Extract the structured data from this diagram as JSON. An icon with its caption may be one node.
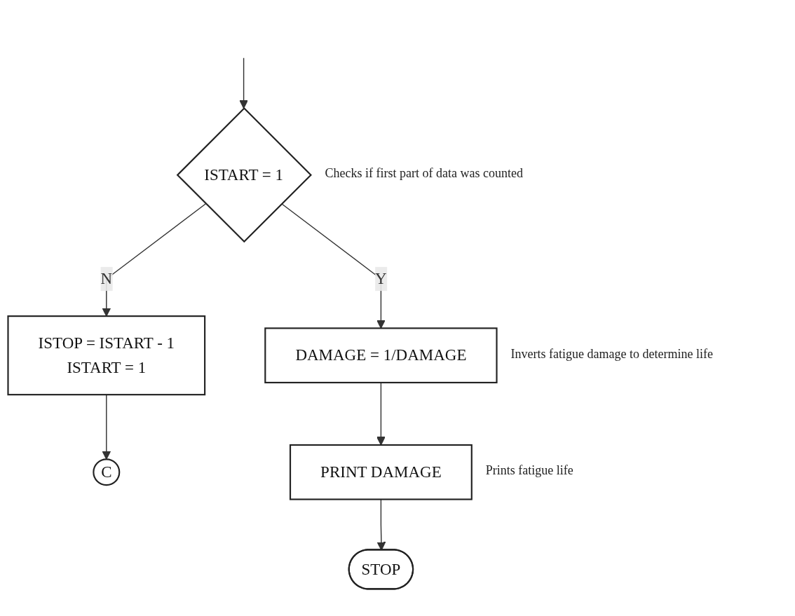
{
  "diagram": {
    "nodes": [
      {
        "text": [
          "ISTART = 1"
        ],
        "beside": [
          "Checks if first part of data was counted"
        ]
      },
      {
        "text": [
          "ISTOP = ISTART - 1",
          "ISTART = 1"
        ]
      },
      {
        "text": [
          "C"
        ]
      },
      {
        "text": [
          "DAMAGE = 1/DAMAGE"
        ],
        "beside": [
          "Inverts fatigue damage to determine life"
        ]
      },
      {
        "text": [
          "PRINT DAMAGE"
        ],
        "beside": [
          "Prints fatigue life"
        ]
      },
      {
        "text": [
          "STOP"
        ]
      }
    ],
    "edges": [
      {
        "from": null,
        "to": 0,
        "arrow": "to"
      },
      {
        "from": 0,
        "to": 1,
        "label": "N",
        "arrow": "to"
      },
      {
        "from": 1,
        "to": 2,
        "arrow": "to"
      },
      {
        "from": 0,
        "to": 3,
        "label": "Y",
        "arrow": "to"
      },
      {
        "from": 3,
        "to": 4,
        "arrow": "to"
      },
      {
        "from": 4,
        "to": 5,
        "arrow": "to"
      }
    ]
  }
}
